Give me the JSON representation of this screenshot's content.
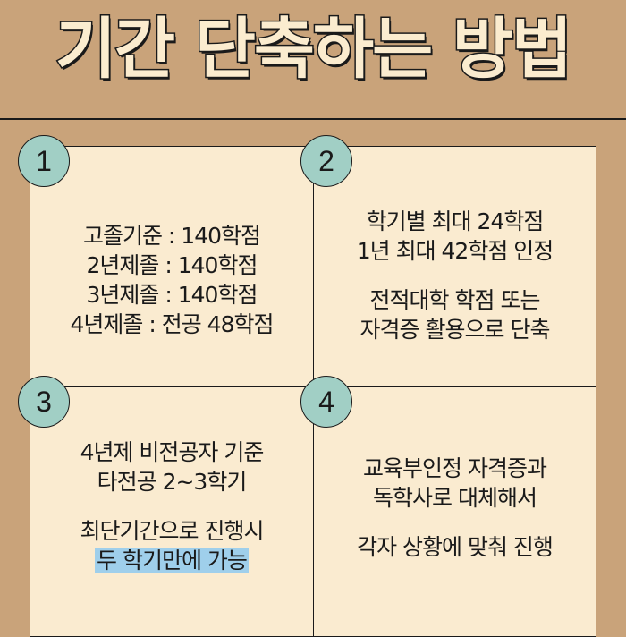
{
  "title": "기간 단축하는 방법",
  "colors": {
    "background": "#c9a37a",
    "card": "#faebd0",
    "badge": "#a1cfc5",
    "highlight": "#9fcfeb",
    "ink": "#1a1a1a"
  },
  "cards": [
    {
      "number": "1",
      "lines": [
        "고졸기준 : 140학점",
        "2년제졸 : 140학점",
        "3년제졸 : 140학점",
        "4년제졸 : 전공 48학점"
      ]
    },
    {
      "number": "2",
      "lines": [
        "학기별 최대 24학점",
        "1년 최대 42학점 인정",
        "전적대학 학점 또는",
        "자격증 활용으로 단축"
      ]
    },
    {
      "number": "3",
      "lines": [
        "4년제 비전공자 기준",
        "타전공 2~3학기",
        "최단기간으로 진행시",
        "두 학기만에 가능"
      ]
    },
    {
      "number": "4",
      "lines": [
        "교육부인정 자격증과",
        "독학사로 대체해서",
        "각자 상황에 맞춰 진행"
      ]
    }
  ]
}
